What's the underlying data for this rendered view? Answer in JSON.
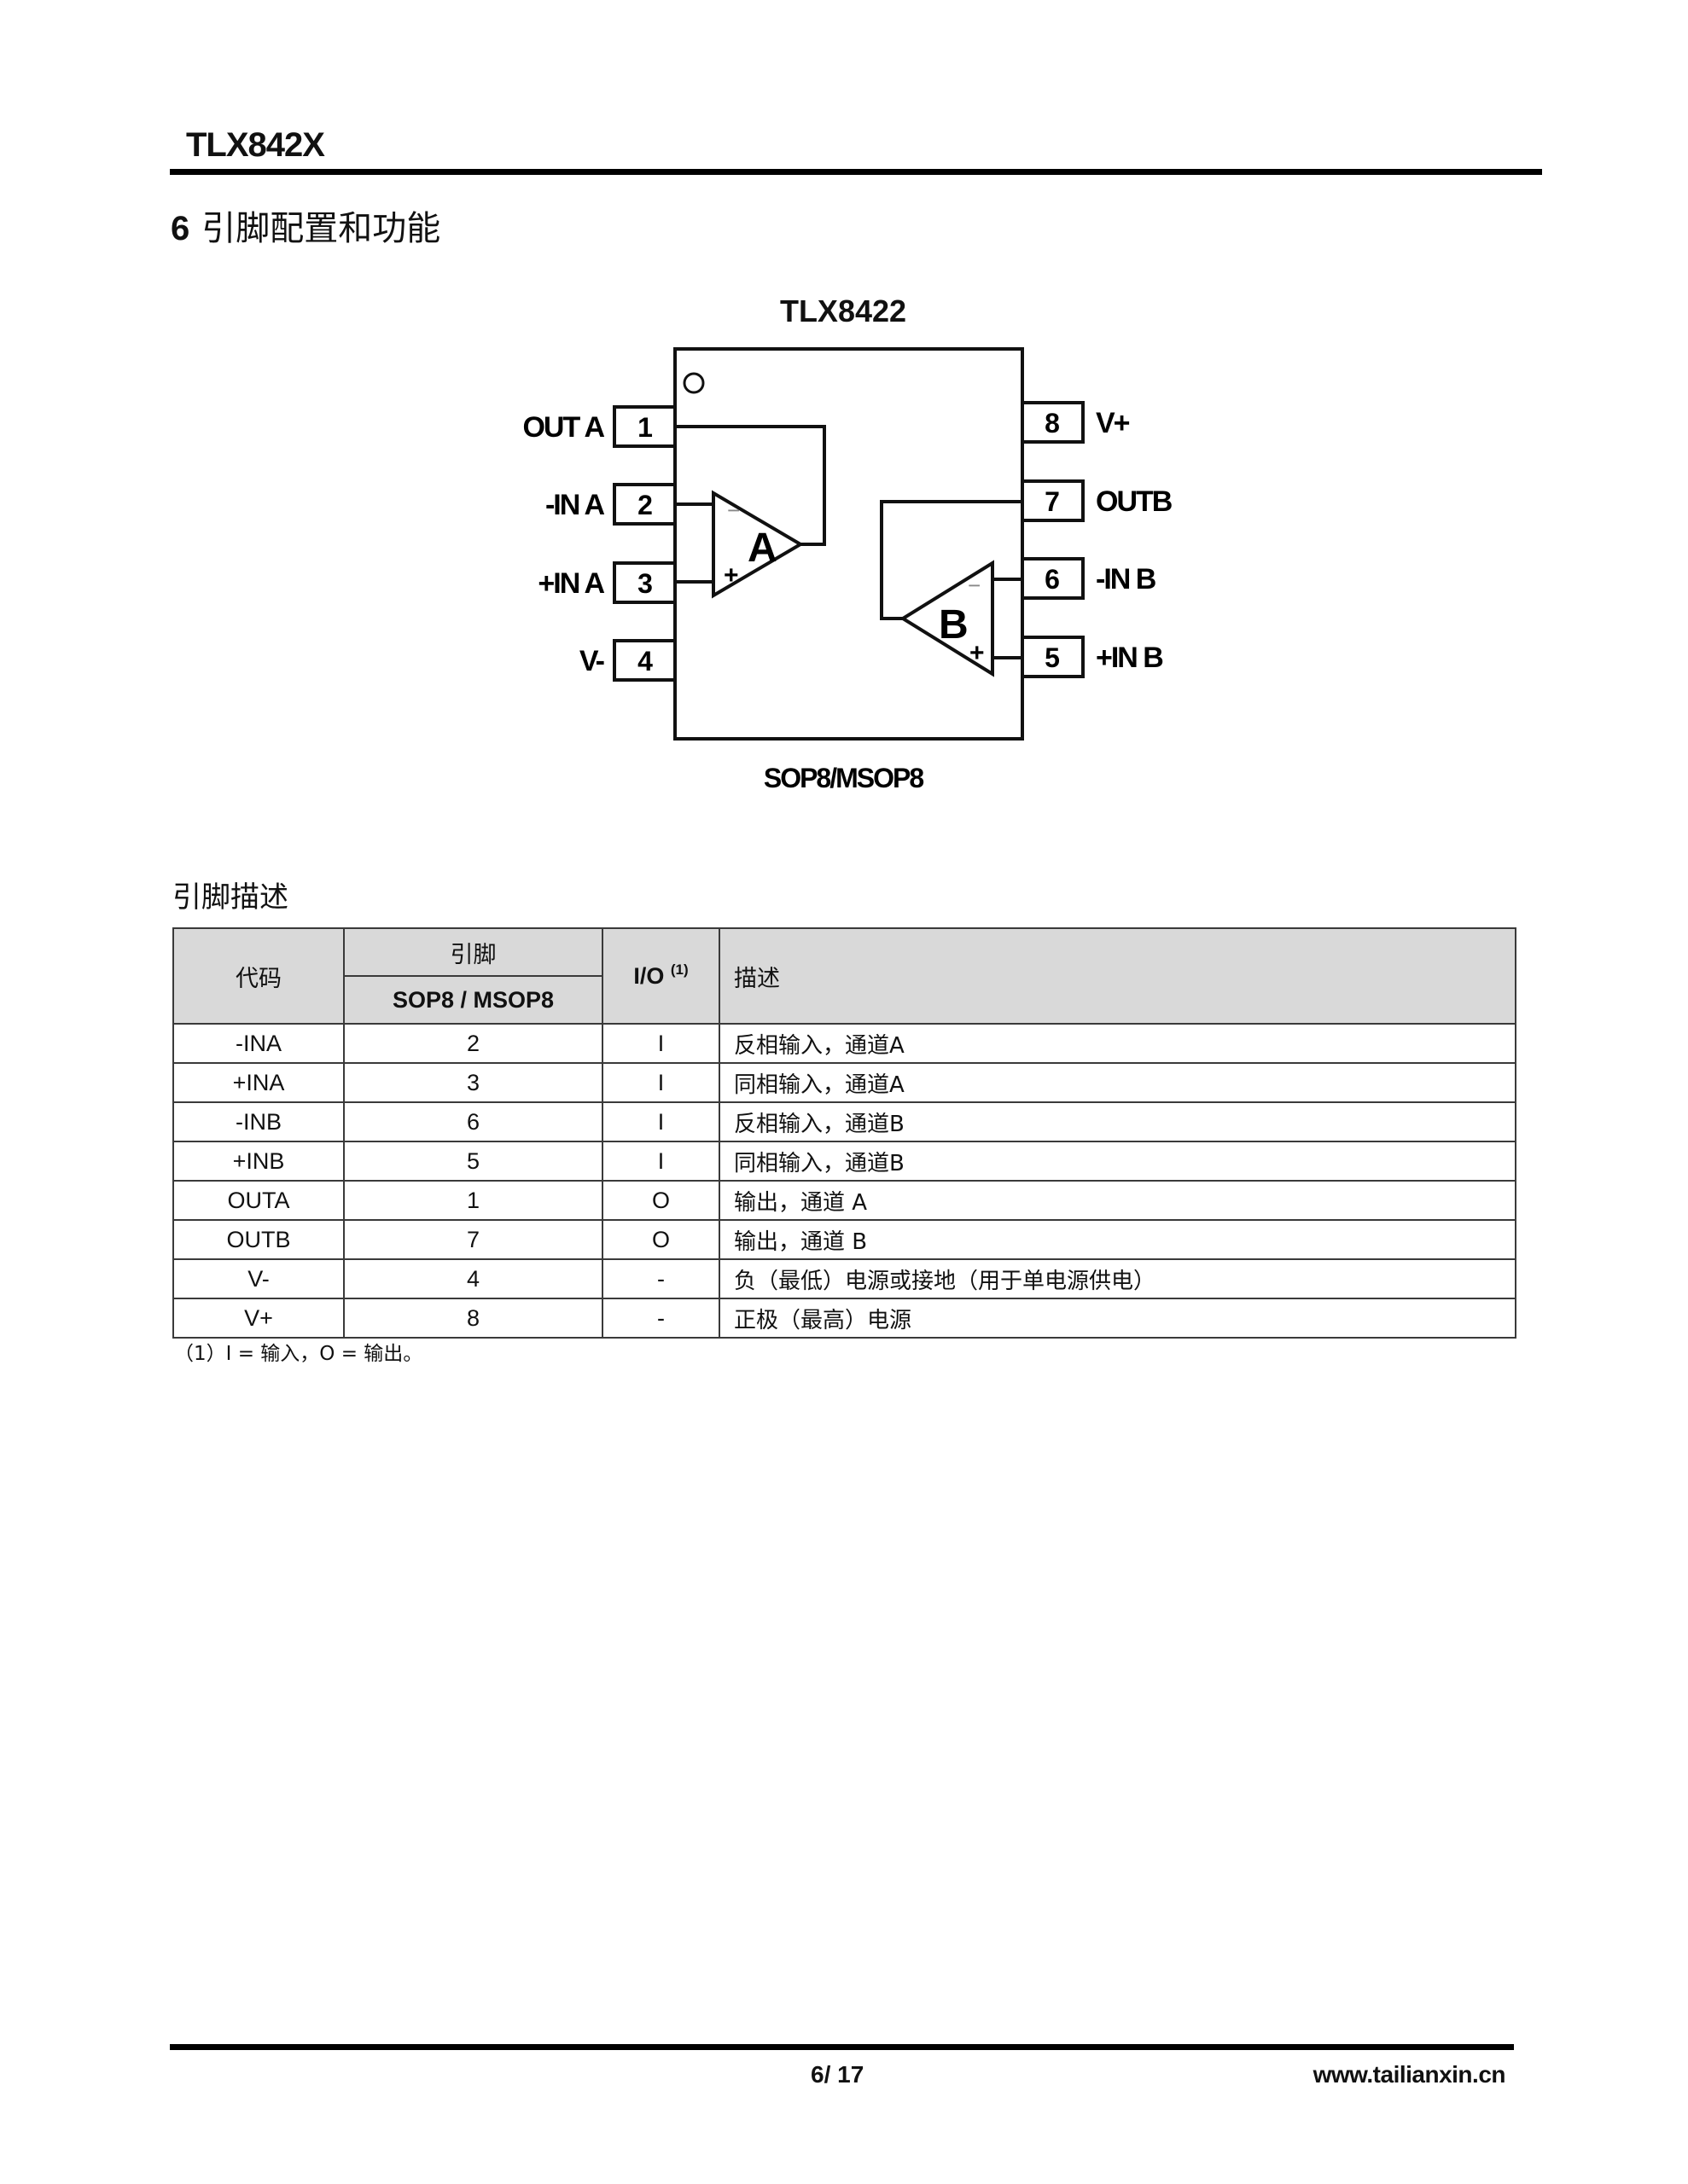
{
  "header": {
    "doc_title": "TLX842X"
  },
  "section": {
    "number": "6",
    "title": "引脚配置和功能"
  },
  "diagram": {
    "part_name": "TLX8422",
    "package_label": "SOP8/MSOP8",
    "amp_a_label": "A",
    "amp_b_label": "B",
    "minus_sign": "−",
    "plus_sign": "+",
    "left_pins": [
      {
        "number": "1",
        "name": "OUT A"
      },
      {
        "number": "2",
        "name": "-IN A"
      },
      {
        "number": "3",
        "name": "+IN A"
      },
      {
        "number": "4",
        "name": "V-"
      }
    ],
    "right_pins": [
      {
        "number": "8",
        "name": "V+"
      },
      {
        "number": "7",
        "name": "OUTB"
      },
      {
        "number": "6",
        "name": "-IN B"
      },
      {
        "number": "5",
        "name": "+IN B"
      }
    ]
  },
  "pin_table": {
    "heading": "引脚描述",
    "headers": {
      "code": "代码",
      "pin": "引脚",
      "package": "SOP8 / MSOP8",
      "io": "I/O",
      "io_note": "(1)",
      "description": "描述"
    },
    "rows": [
      {
        "code": "-INA",
        "pin": "2",
        "io": "I",
        "description": "反相输入，通道A"
      },
      {
        "code": "+INA",
        "pin": "3",
        "io": "I",
        "description": "同相输入，通道A"
      },
      {
        "code": "-INB",
        "pin": "6",
        "io": "I",
        "description": "反相输入，通道B"
      },
      {
        "code": "+INB",
        "pin": "5",
        "io": "I",
        "description": "同相输入，通道B"
      },
      {
        "code": "OUTA",
        "pin": "1",
        "io": "O",
        "description": "输出，通道 A"
      },
      {
        "code": "OUTB",
        "pin": "7",
        "io": "O",
        "description": "输出，通道 B"
      },
      {
        "code": "V-",
        "pin": "4",
        "io": "-",
        "description": "负（最低）电源或接地（用于单电源供电）"
      },
      {
        "code": "V+",
        "pin": "8",
        "io": "-",
        "description": "正极（最高）电源"
      }
    ],
    "footnote": "（1）I = 输入，O = 输出。"
  },
  "footer": {
    "page_number": "6/ 17",
    "website": "www.tailianxin.cn"
  },
  "colors": {
    "table_header_bg": "#d9d9d9",
    "rule": "#000000"
  }
}
